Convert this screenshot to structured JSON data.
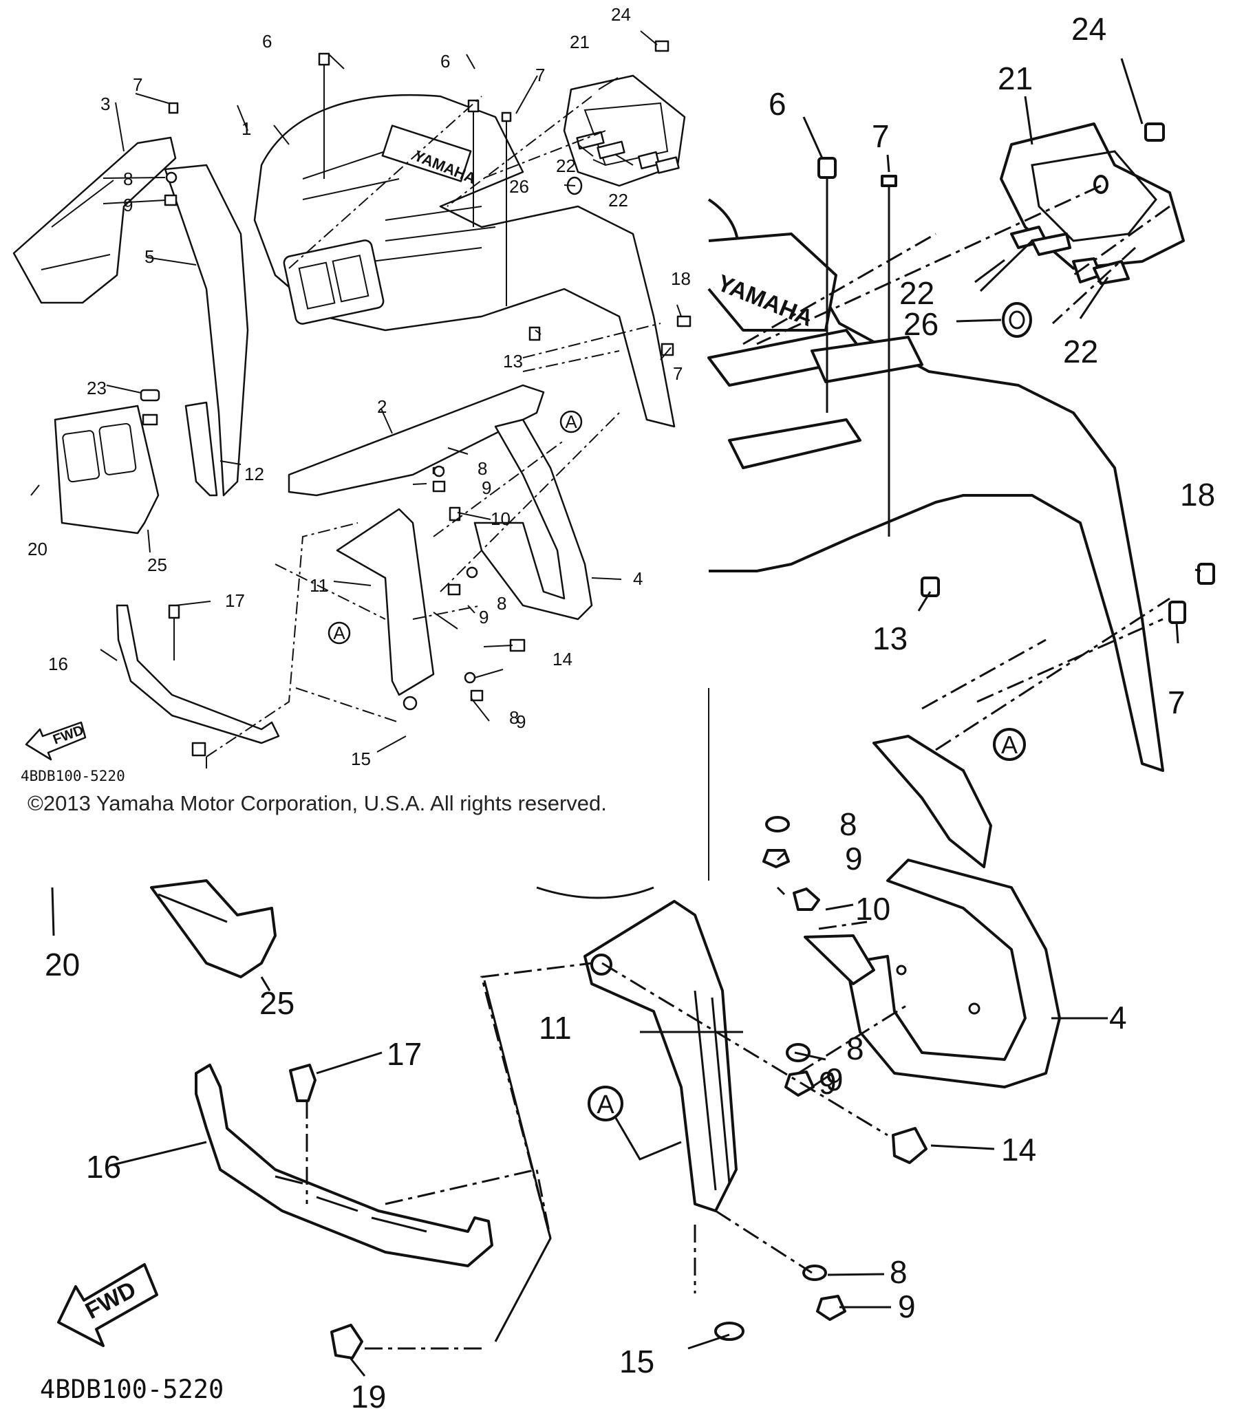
{
  "diagram": {
    "copyright": "©2013 Yamaha Motor Corporation, U.S.A. All rights reserved.",
    "diagram_code": "4BDB100-5220",
    "direction_label": "FWD",
    "brand_mark": "YAMAHA",
    "reference_marker": "A",
    "callouts_overview": [
      "1",
      "2",
      "3",
      "4",
      "5",
      "6",
      "6",
      "7",
      "7",
      "7",
      "8",
      "8",
      "8",
      "8",
      "9",
      "9",
      "9",
      "9",
      "10",
      "11",
      "12",
      "13",
      "14",
      "15",
      "16",
      "17",
      "18",
      "19",
      "20",
      "21",
      "22",
      "22",
      "23",
      "24",
      "25",
      "26"
    ],
    "callouts_detail_top": [
      "6",
      "7",
      "7",
      "8",
      "9",
      "13",
      "18",
      "21",
      "22",
      "22",
      "24",
      "26"
    ],
    "callouts_detail_bottom": [
      "4",
      "8",
      "8",
      "9",
      "9",
      "9",
      "10",
      "11",
      "14",
      "15",
      "16",
      "17",
      "19",
      "20",
      "25"
    ]
  }
}
